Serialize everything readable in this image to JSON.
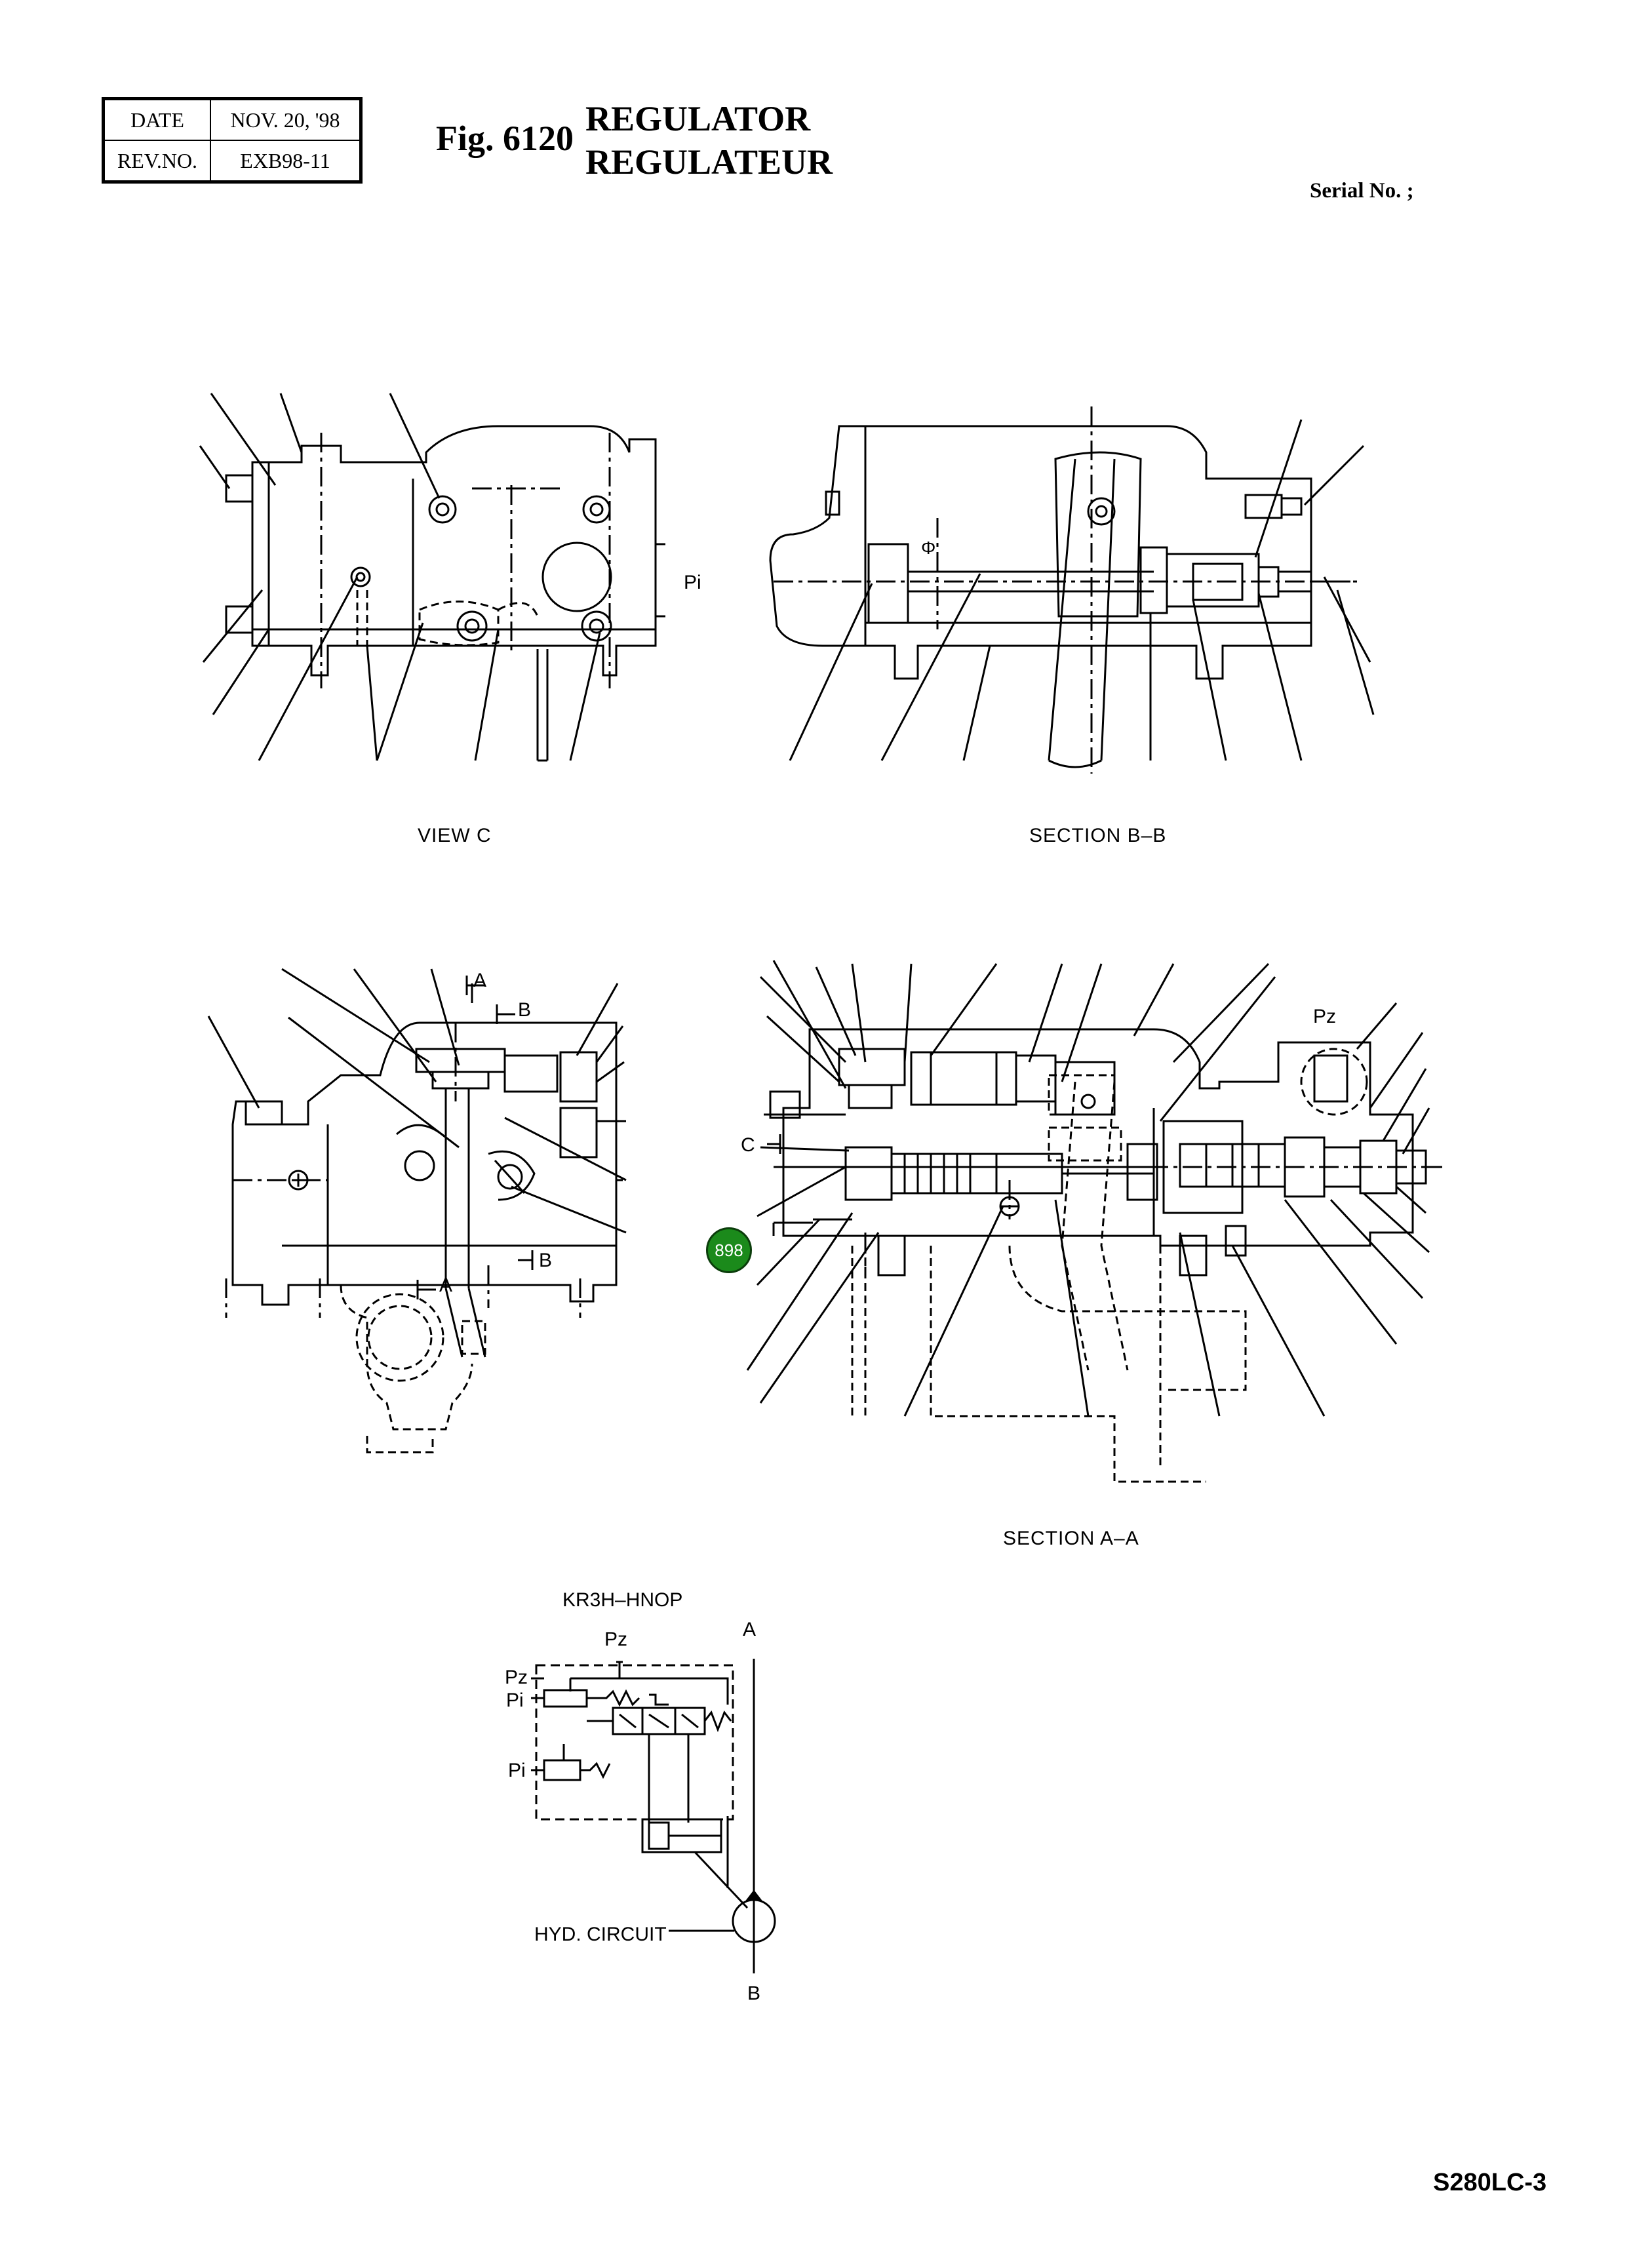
{
  "header": {
    "date_label": "DATE",
    "date_value": "NOV. 20, '98",
    "rev_label": "REV.NO.",
    "rev_value": "EXB98-11"
  },
  "figure": {
    "number": "Fig. 6120",
    "title_en": "REGULATOR",
    "title_fr": "REGULATEUR"
  },
  "serial_label": "Serial No. ;",
  "views": {
    "view_c": "VIEW  C",
    "section_bb": "SECTION  B–B",
    "section_aa": "SECTION  A–A"
  },
  "labels": {
    "pi": "Pi",
    "pz": "Pz",
    "a": "A",
    "b": "B",
    "c": "C"
  },
  "circuit": {
    "title": "KR3H–HNOP",
    "caption": "HYD. CIRCUIT",
    "port_pz": "Pz",
    "port_pi": "Pi",
    "port_a": "A",
    "port_b": "B"
  },
  "marker_number": "898",
  "model": "S280LC-3"
}
